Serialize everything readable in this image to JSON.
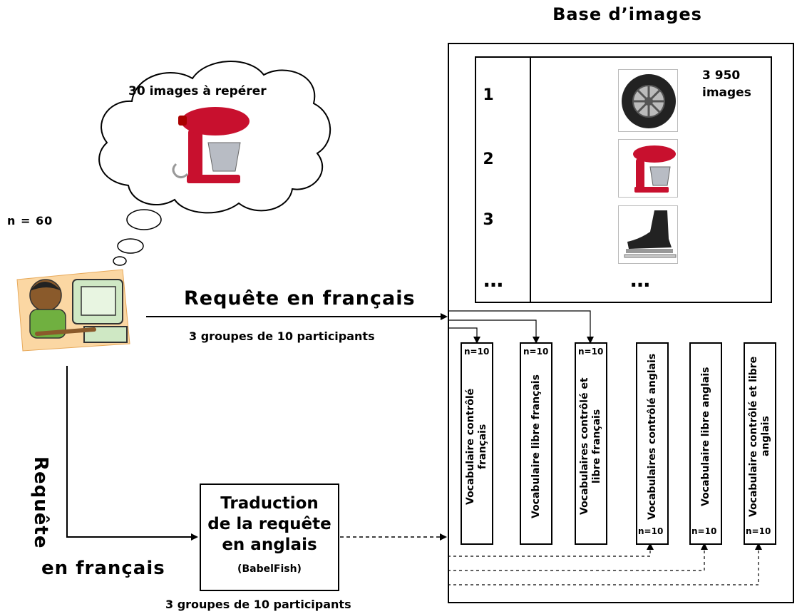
{
  "title": "Base d’images",
  "cloud": {
    "label": "30 images à repérer"
  },
  "participants": {
    "n": "n = 60"
  },
  "arrows": {
    "query_top": "Requête en français",
    "groups_top": "3 groupes de 10 participants",
    "query_vertical": "Requête",
    "query_vertical_2": "en français",
    "groups_bottom": "3 groupes de 10 participants"
  },
  "translation": {
    "line1": "Traduction",
    "line2": "de la requête",
    "line3": "en anglais",
    "sub": "(BabelFish)"
  },
  "image_base": {
    "rows": [
      {
        "number": "1",
        "icon": "tire-icon"
      },
      {
        "number": "2",
        "icon": "stand-mixer-icon"
      },
      {
        "number": "3",
        "icon": "ice-skate-icon"
      }
    ],
    "ellipsis_left": "…",
    "ellipsis_right": "…",
    "count_line1": "3 950",
    "count_line2": "images"
  },
  "groups": [
    {
      "n": "n=10",
      "label": "Vocabulaire contrôlé français"
    },
    {
      "n": "n=10",
      "label": "Vocabulaire libre français"
    },
    {
      "n": "n=10",
      "label": "Vocabulaires contrôlé et libre français"
    },
    {
      "n": "n=10",
      "label": "Vocabulaires contrôlé anglais"
    },
    {
      "n": "n=10",
      "label": "Vocabulaire libre anglais"
    },
    {
      "n": "n=10",
      "label": "Vocabulaire contrôlé et libre anglais"
    }
  ]
}
